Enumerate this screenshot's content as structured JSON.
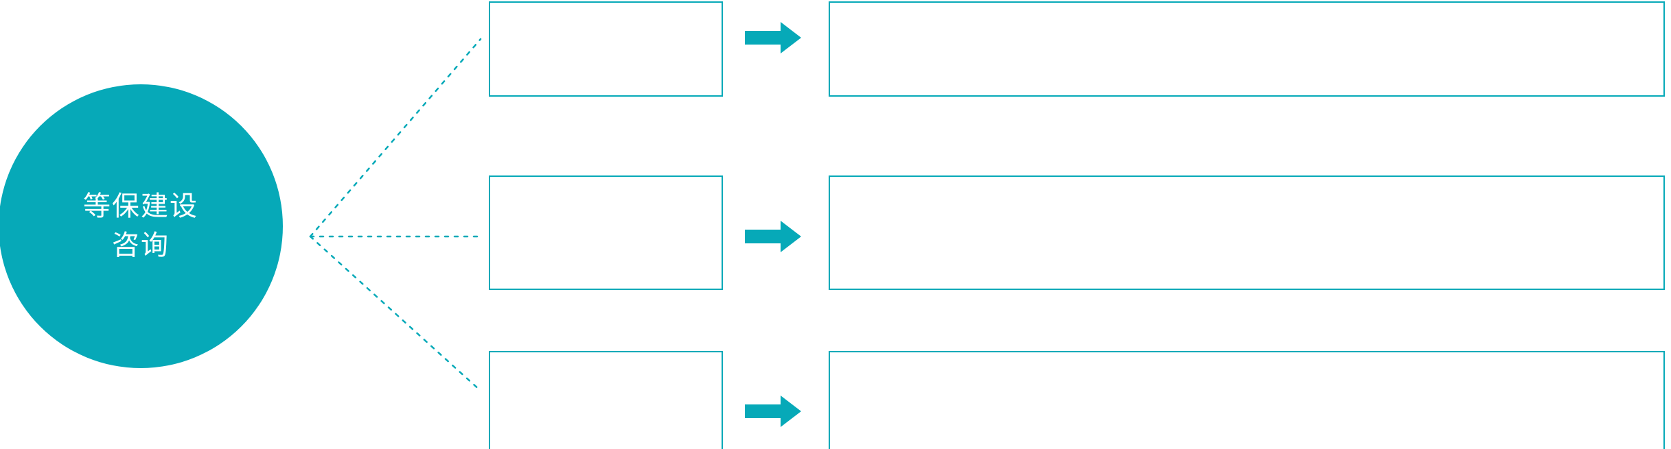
{
  "theme": {
    "accent": "#06a9b8",
    "background": "#ffffff",
    "hub_text_color": "#ffffff",
    "box_border_color": "#06a9b8"
  },
  "hub": {
    "name": "等保建设咨询",
    "line1": "等保建设",
    "line2": "咨询"
  },
  "connector": {
    "style": "dotted",
    "color": "#06a9b8",
    "branches": 3
  },
  "rows": [
    {
      "label": "",
      "detail": "",
      "arrow_icon": "right-block-arrow-icon"
    },
    {
      "label": "",
      "detail": "",
      "arrow_icon": "right-block-arrow-icon"
    },
    {
      "label": "",
      "detail": "",
      "arrow_icon": "right-block-arrow-icon"
    }
  ]
}
